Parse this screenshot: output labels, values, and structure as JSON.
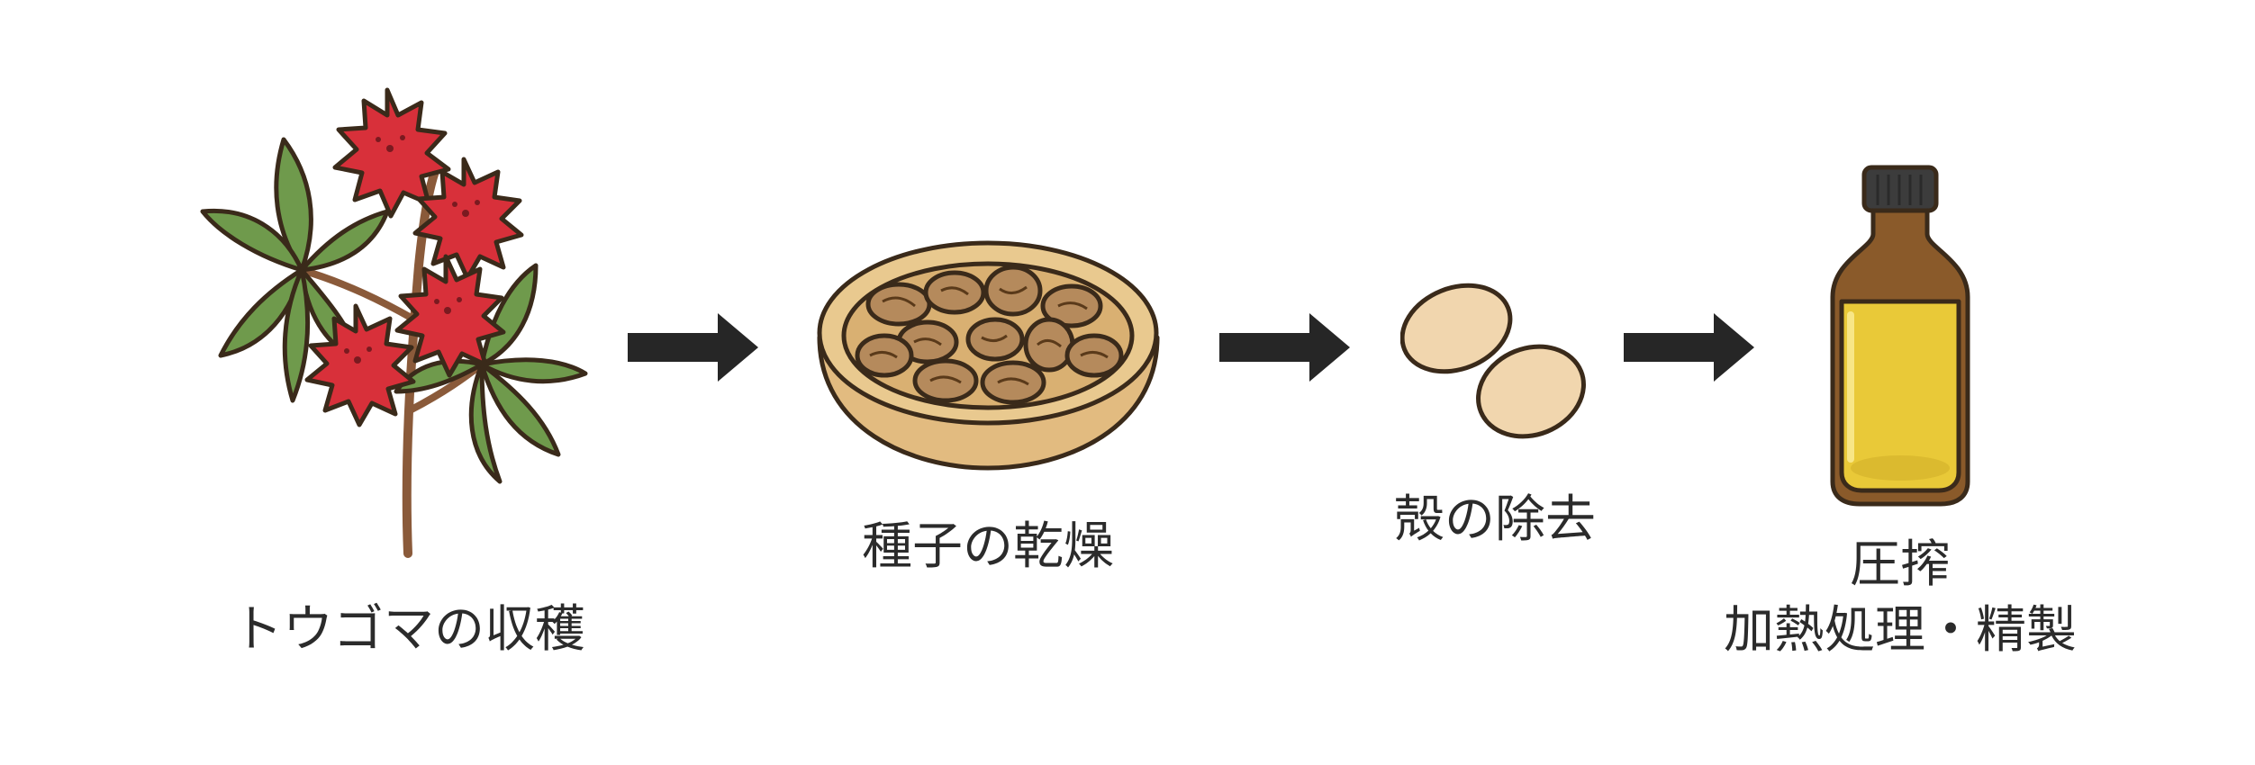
{
  "steps": [
    {
      "label": "トウゴマの収穫",
      "icon": "castor-plant-icon"
    },
    {
      "label": "種子の乾燥",
      "icon": "seed-bowl-icon"
    },
    {
      "label": "殻の除去",
      "icon": "hulled-seeds-icon"
    },
    {
      "label_line1": "圧搾",
      "label_line2": "加熱処理・精製",
      "icon": "oil-bottle-icon"
    }
  ],
  "arrow_icon": "right-arrow-icon",
  "colors": {
    "outline": "#3a2a1a",
    "leaf": "#6f9a4c",
    "flower": "#d8303a",
    "stem": "#8a5a3a",
    "bowl": "#e9c98f",
    "seed_dark": "#b58a5c",
    "seed_light": "#f1d6ae",
    "bottle": "#8a5a2a",
    "oil": "#e9c938",
    "cap": "#3c3c3c",
    "arrow": "#262626",
    "text": "#2b2b2b"
  }
}
